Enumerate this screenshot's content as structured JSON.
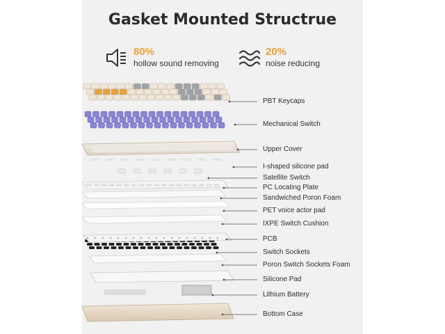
{
  "header": {
    "title": "Gasket Mounted Structrue"
  },
  "stats": [
    {
      "value": "80%",
      "text": "hollow sound removing",
      "icon": "speaker-mute-icon"
    },
    {
      "value": "20%",
      "text": "noise reducing",
      "icon": "waves-icon"
    }
  ],
  "colors": {
    "accent": "#e8a23a",
    "switch_purple": "#8a86d6",
    "cover": "#e6dfd4",
    "case": "#e9dcc9",
    "keycap_orange": "#e8a23a",
    "keycap_gray": "#9ea3a8",
    "keycap_cream": "#f0e6d8"
  },
  "layers": [
    {
      "name": "PBT Keycaps"
    },
    {
      "name": "Mechanical Switch"
    },
    {
      "name": "Upper Cover"
    },
    {
      "name": "I-shaped silicone pad"
    },
    {
      "name": "Satellite Switch"
    },
    {
      "name": "PC Locating Plate"
    },
    {
      "name": "Sandwiched Poron Foam"
    },
    {
      "name": "PET voice actor pad"
    },
    {
      "name": "IXPE Switch Cushion"
    },
    {
      "name": "PCB"
    },
    {
      "name": "Switch Sockets"
    },
    {
      "name": "Poron Switch Sockets Foam"
    },
    {
      "name": "Silicone Pad"
    },
    {
      "name": "Lithium Battery"
    },
    {
      "name": "Bottom Case"
    }
  ]
}
